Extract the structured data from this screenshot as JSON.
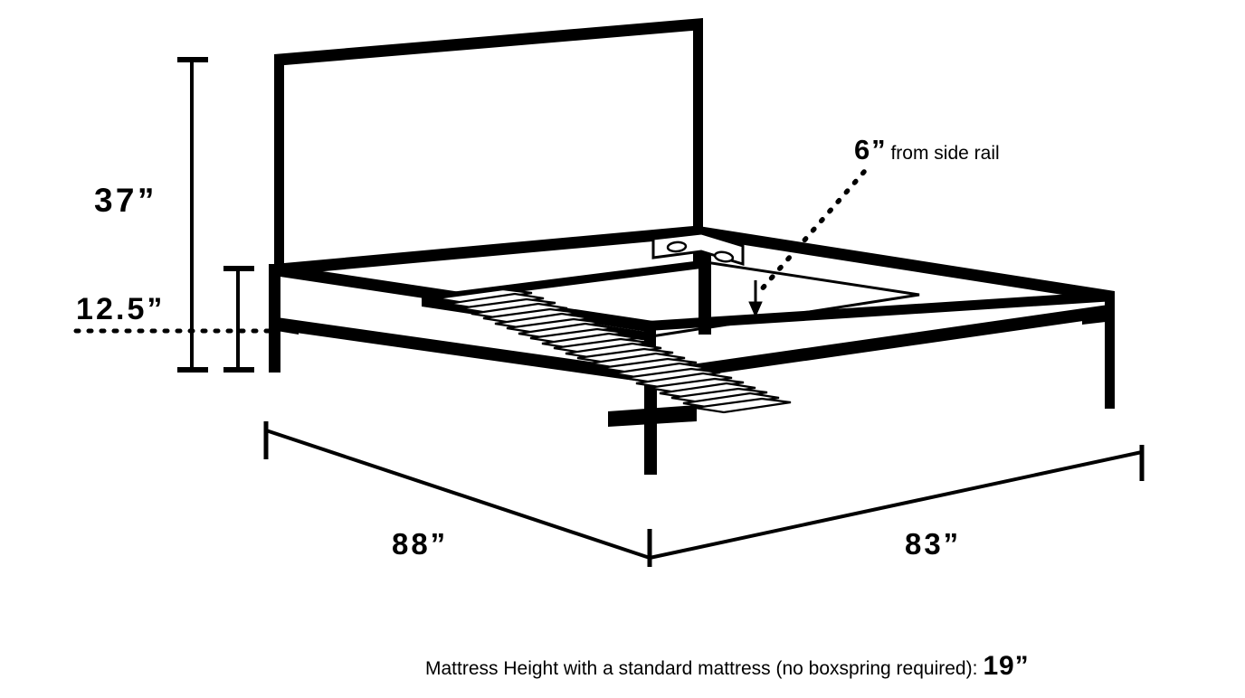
{
  "diagram": {
    "title": "Bed frame dimension diagram",
    "stroke_color": "#000000",
    "background_color": "#ffffff",
    "dimensions": {
      "headboard_height": "37”",
      "frame_height": "12.5”",
      "length": "88”",
      "width": "83”"
    },
    "callout": {
      "value": "6”",
      "text": "from side rail"
    },
    "caption": {
      "text": "Mattress Height with a standard mattress (no boxspring required):",
      "value": "19”"
    },
    "parts": {
      "headboard": "headboard-panel",
      "side_rail": "side-rail",
      "foot_rail": "foot-rail",
      "slats": "wooden-slats",
      "center_support_leg": "center-support-leg",
      "bracket": "metal-corner-bracket",
      "legs": "frame-legs"
    },
    "slat_count": 13
  }
}
